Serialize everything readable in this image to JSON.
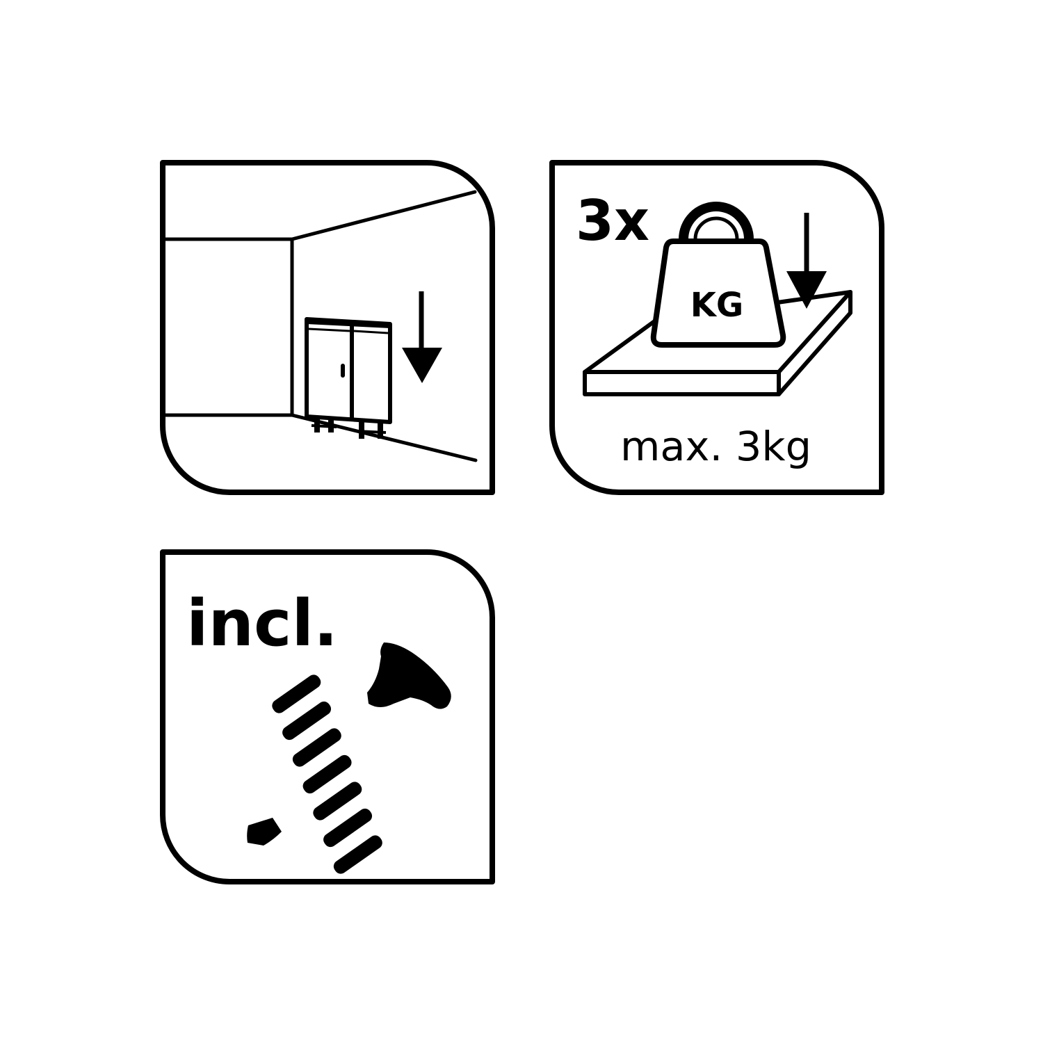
{
  "colors": {
    "stroke": "#000000",
    "background": "#ffffff"
  },
  "tiles": {
    "floor_tile": {
      "icons": [
        "room-corner-icon",
        "floor-cabinet-icon",
        "down-arrow-icon"
      ]
    },
    "load_tile": {
      "count_label": "3x",
      "weight_label": "KG",
      "max_label": "max. 3kg",
      "icons": [
        "weight-icon",
        "shelf-board-icon",
        "down-arrow-icon"
      ]
    },
    "screw_tile": {
      "label": "incl.",
      "icons": [
        "screw-icon"
      ]
    }
  }
}
